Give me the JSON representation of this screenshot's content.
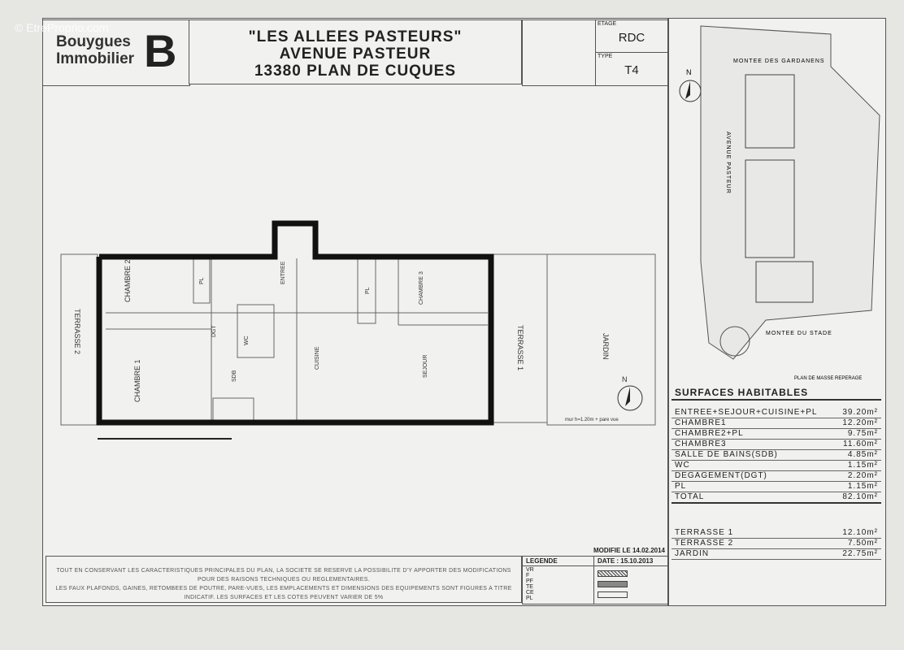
{
  "watermark": "© EtreProprio.com",
  "logo": {
    "line1": "Bouygues",
    "line2": "Immobilier",
    "mark": "B"
  },
  "title": {
    "line1": "\"LES ALLEES PASTEURS\"",
    "line2": "AVENUE PASTEUR",
    "line3": "13380 PLAN DE CUQUES"
  },
  "etage": {
    "label": "ETAGE",
    "value": "RDC"
  },
  "type": {
    "label": "TYPE",
    "value": "T4"
  },
  "plan": {
    "rooms": [
      "CHAMBRE 2",
      "CHAMBRE 1",
      "CHAMBRE 3",
      "ENTREE",
      "CUISINE",
      "SEJOUR",
      "SDB",
      "DGT",
      "WC",
      "PL",
      "PL",
      "TERRASSE 2",
      "TERRASSE 1",
      "JARDIN"
    ],
    "note": "mur h=1.20m + pare vue",
    "north": "N"
  },
  "site_plan": {
    "streets": [
      "MONTEE DES GARDANENS",
      "AVENUE PASTEUR",
      "MONTEE DU STADE"
    ],
    "caption": "PLAN DE MASSE REPERAGE",
    "north": "N"
  },
  "surfaces": {
    "title": "SURFACES HABITABLES",
    "rows": [
      [
        "ENTREE+SEJOUR+CUISINE+PL",
        "39.20m²"
      ],
      [
        "CHAMBRE1",
        "12.20m²"
      ],
      [
        "CHAMBRE2+PL",
        "9.75m²"
      ],
      [
        "CHAMBRE3",
        "11.60m²"
      ],
      [
        "SALLE DE BAINS(SDB)",
        "4.85m²"
      ],
      [
        "WC",
        "1.15m²"
      ],
      [
        "DEGAGEMENT(DGT)",
        "2.20m²"
      ],
      [
        "PL",
        "1.15m²"
      ]
    ],
    "total": [
      "TOTAL",
      "82.10m²"
    ],
    "exterior": [
      [
        "TERRASSE 1",
        "12.10m²"
      ],
      [
        "TERRASSE 2",
        "7.50m²"
      ],
      [
        "JARDIN",
        "22.75m²"
      ]
    ]
  },
  "modified": "MODIFIE LE 14.02.2014",
  "disclaimer": [
    "TOUT EN CONSERVANT LES CARACTERISTIQUES PRINCIPALES DU PLAN, LA SOCIETE SE RESERVE LA POSSIBILITE D'Y APPORTER DES MODIFICATIONS",
    "POUR DES RAISONS TECHNIQUES OU REGLEMENTAIRES.",
    "LES FAUX PLAFONDS, GAINES, RETOMBEES DE POUTRE, PARE-VUES, LES EMPLACEMENTS ET DIMENSIONS DES EQUIPEMENTS SONT FIGURES A TITRE",
    "INDICATIF. LES SURFACES ET LES COTES PEUVENT VARIER DE 5%"
  ],
  "legend": {
    "title": "LEGENDE",
    "codes": [
      "VR",
      "F",
      "PF",
      "TE",
      "CE",
      "PL"
    ]
  },
  "date": "DATE : 15.10.2013"
}
